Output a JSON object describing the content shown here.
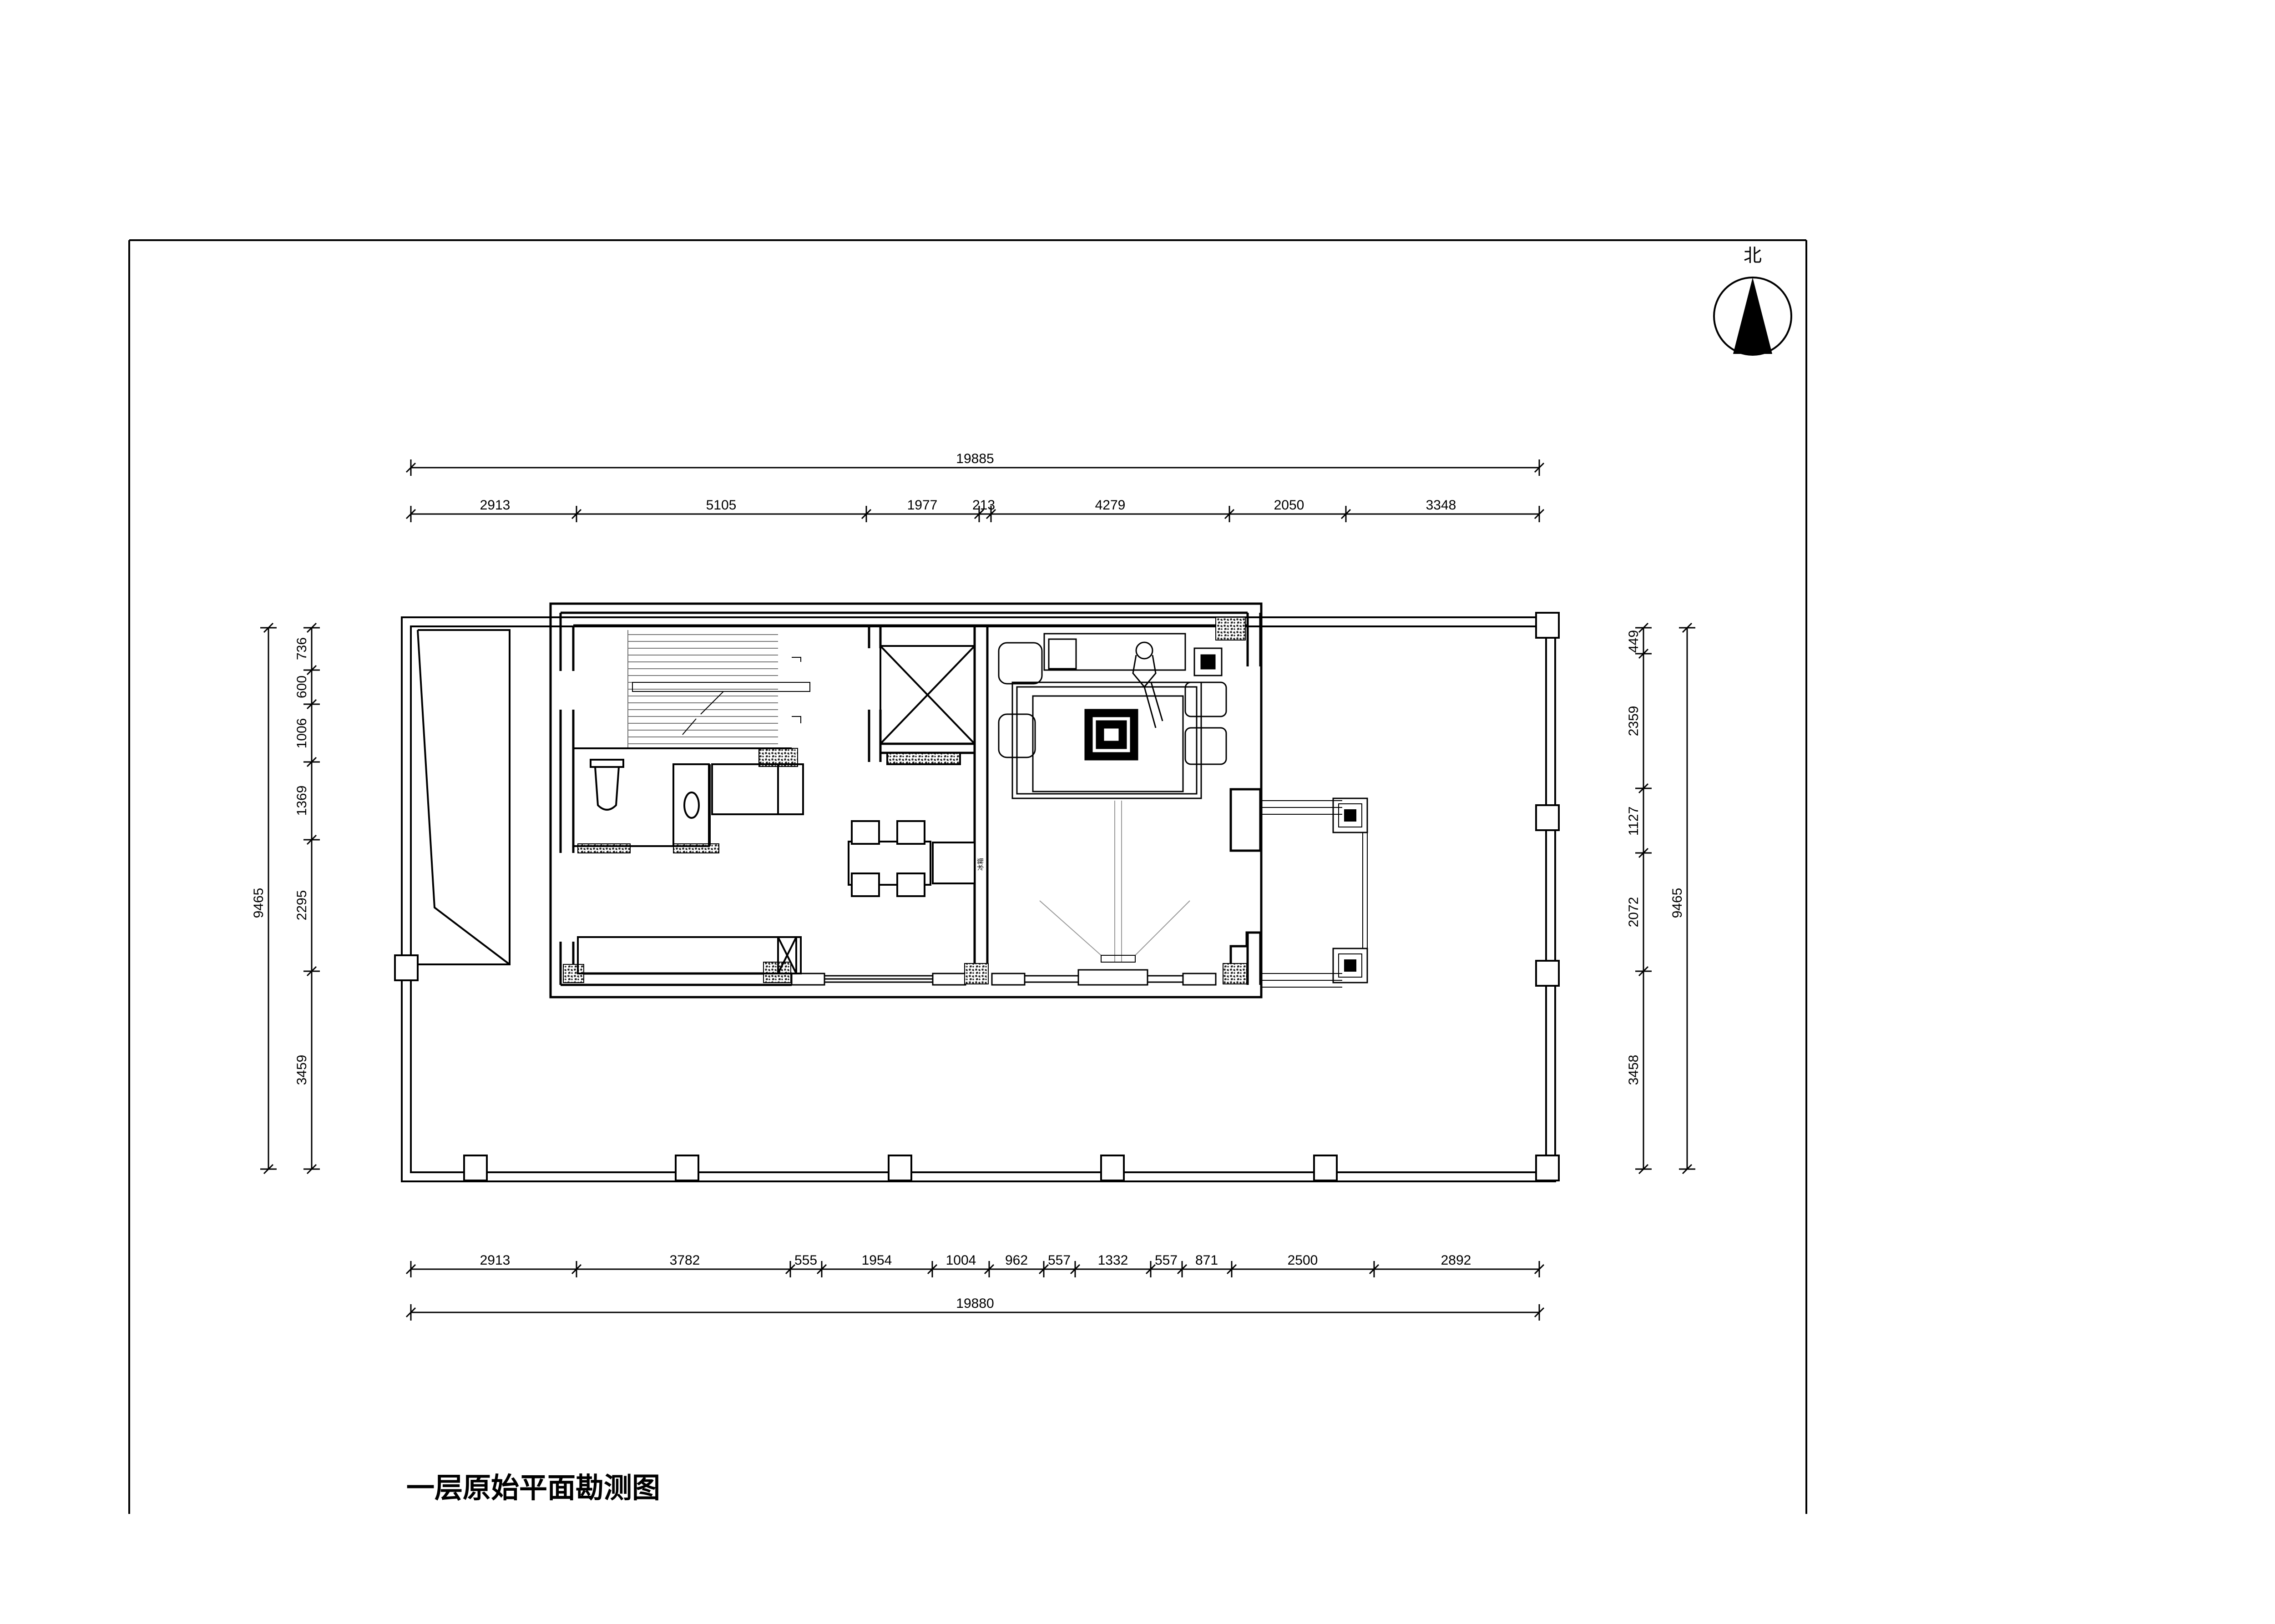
{
  "drawing": {
    "title": "一层原始平面勘测图",
    "north_label": "北"
  },
  "dimensions": {
    "top_total": "19885",
    "top_segments": [
      "2913",
      "5105",
      "1977",
      "213",
      "4279",
      "2050",
      "3348"
    ],
    "bottom_segments": [
      "2913",
      "3782",
      "555",
      "1954",
      "1004",
      "962",
      "557",
      "1332",
      "557",
      "871",
      "2500",
      "2892"
    ],
    "bottom_total": "19880",
    "left_total": "9465",
    "left_segments": [
      "736",
      "600",
      "1006",
      "1369",
      "2295",
      "3459"
    ],
    "right_total": "9465",
    "right_segments": [
      "449",
      "2359",
      "1127",
      "2072",
      "3458"
    ]
  },
  "labels": {
    "fridge": "冰箱"
  }
}
